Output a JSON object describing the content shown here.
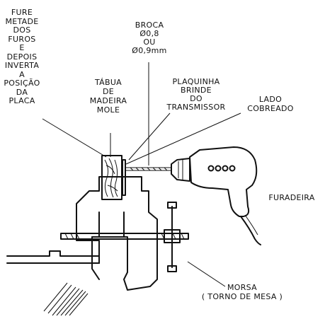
{
  "labels": {
    "fure": [
      "FURE",
      "METADE",
      "DOS",
      "FUROS",
      "E",
      "DEPOIS",
      "INVERTA",
      "A",
      "POSIÇÃO",
      "DA",
      "PLACA"
    ],
    "tabua": [
      "TÁBUA",
      "DE",
      "MADEIRA",
      "MOLE"
    ],
    "broca": [
      "BROCA",
      "Ø0,8",
      "OU",
      "Ø0,9mm"
    ],
    "plaquinha": [
      "PLAQUINHA",
      "BRINDE",
      "DO",
      "TRANSMISSOR"
    ],
    "lado": [
      "LADO",
      "COBREADO"
    ],
    "furadeira": "FURADEIRA",
    "morsa": [
      "MORSA",
      "( TORNO DE MESA )"
    ]
  },
  "colors": {
    "ink": "#111111",
    "background": "#ffffff"
  }
}
